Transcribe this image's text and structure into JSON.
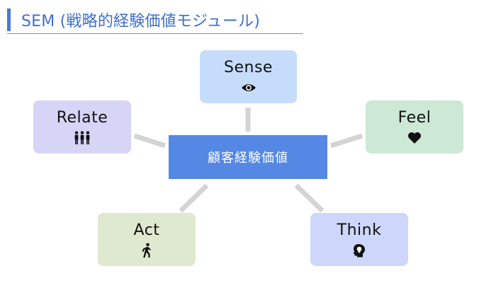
{
  "title": {
    "text": "SEM (戦略的経験価値モジュール)"
  },
  "center": {
    "label": "顧客経験価値"
  },
  "nodes": [
    {
      "key": "sense",
      "label": "Sense",
      "icon": "eye-icon",
      "color": "#c5ddfb"
    },
    {
      "key": "feel",
      "label": "Feel",
      "icon": "heart-icon",
      "color": "#cde8d5"
    },
    {
      "key": "think",
      "label": "Think",
      "icon": "head-lightbulb-icon",
      "color": "#cdd7fb"
    },
    {
      "key": "act",
      "label": "Act",
      "icon": "walking-person-icon",
      "color": "#dfe9cf"
    },
    {
      "key": "relate",
      "label": "Relate",
      "icon": "people-group-icon",
      "color": "#d6d5f8"
    }
  ],
  "colors": {
    "accent": "#3e6fce",
    "center_fill": "#5488e4",
    "connector": "#d4d4d4"
  }
}
